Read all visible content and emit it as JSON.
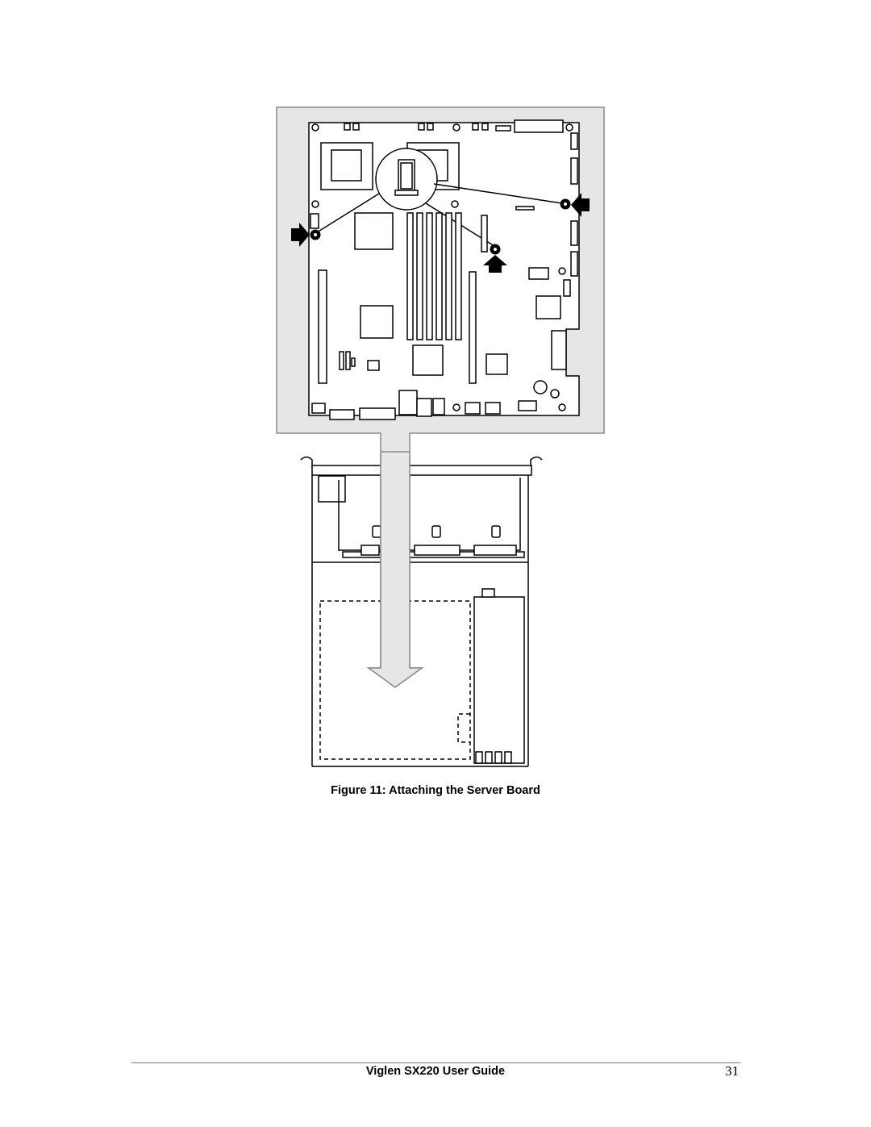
{
  "figure": {
    "caption": "Figure 11: Attaching the Server Board",
    "panel_color": "#e6e6e6",
    "line_color": "#000000",
    "board_color": "#ffffff"
  },
  "footer": {
    "title": "Viglen SX220 User Guide",
    "page_number": "31"
  }
}
